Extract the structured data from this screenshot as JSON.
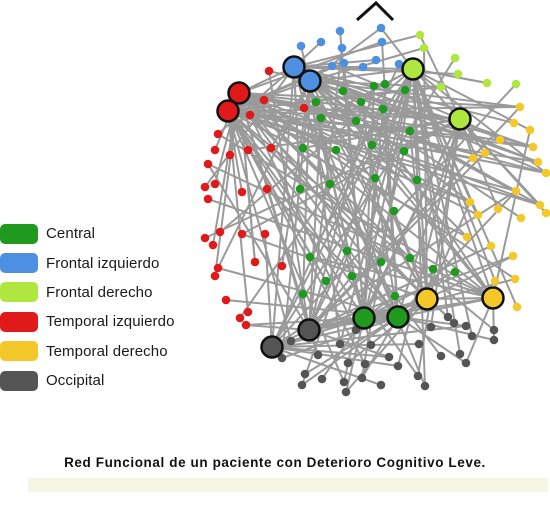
{
  "legend": [
    {
      "label": "Central",
      "color": "#1f9a1f"
    },
    {
      "label": "Frontal izquierdo",
      "color": "#4d8fe0"
    },
    {
      "label": "Frontal derecho",
      "color": "#b0e640"
    },
    {
      "label": "Temporal izquierdo",
      "color": "#e01a1a"
    },
    {
      "label": "Temporal derecho",
      "color": "#f5c82a"
    },
    {
      "label": "Occipital",
      "color": "#555555"
    }
  ],
  "caption": "Red Funcional de un paciente con Deterioro Cognitivo Leve.",
  "colors": {
    "edge": "#999999",
    "background": "#ffffff"
  }
}
